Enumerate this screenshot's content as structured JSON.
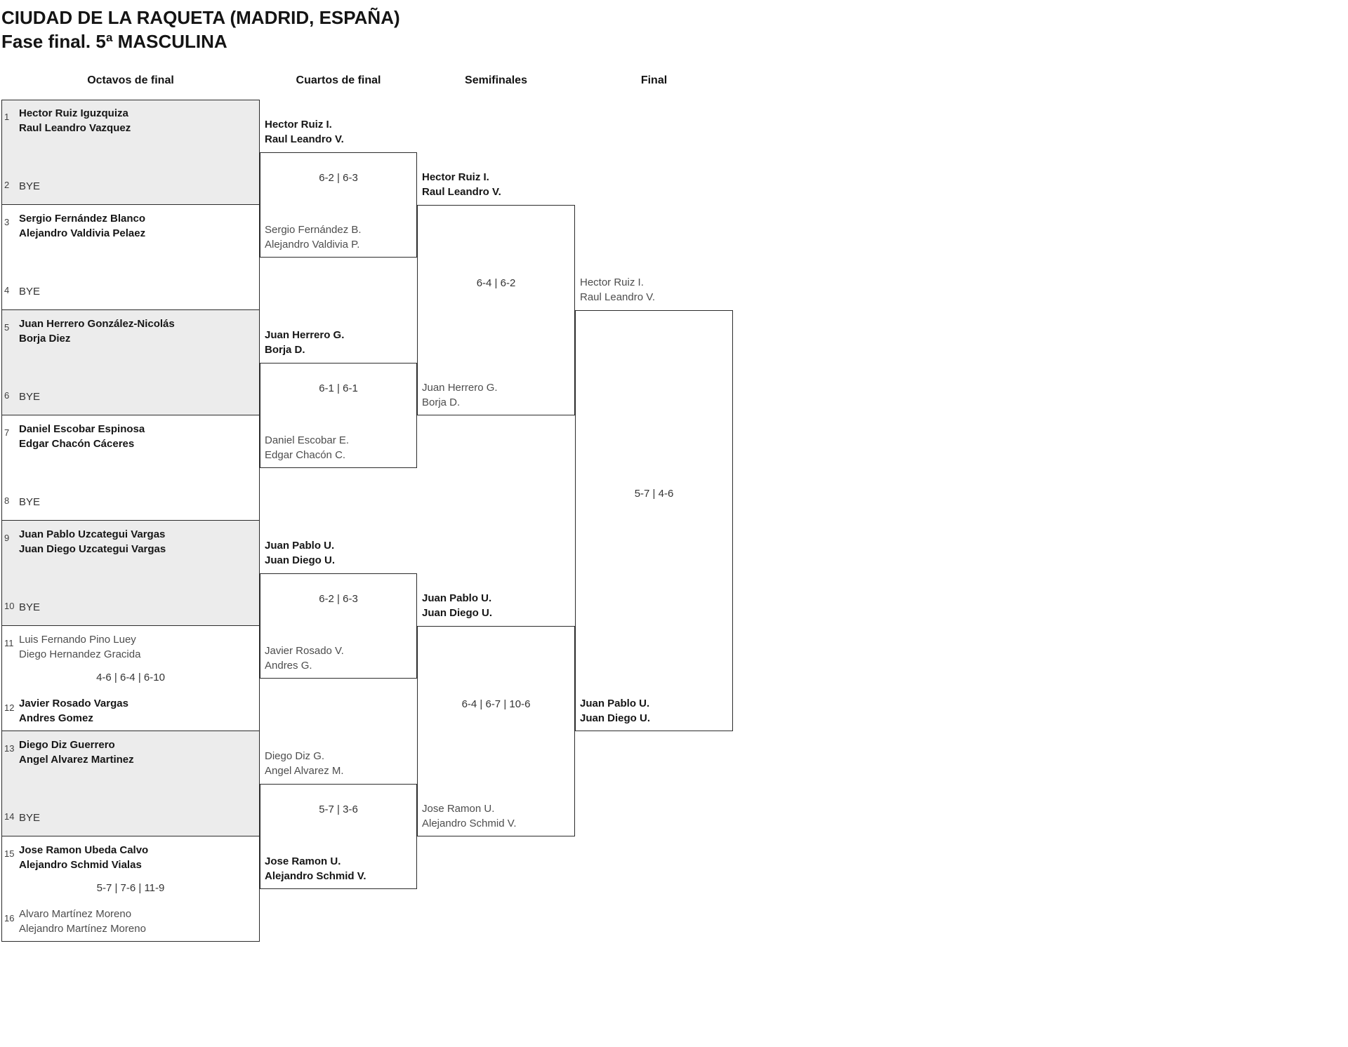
{
  "title": {
    "line1": "CIUDAD DE LA RAQUETA (MADRID, ESPAÑA)",
    "line2": "Fase final. 5ª MASCULINA"
  },
  "columns": {
    "r16": "Octavos de final",
    "qf": "Cuartos de final",
    "sf": "Semifinales",
    "final": "Final"
  },
  "colors": {
    "row_shade": "#ececec",
    "border": "#2b2b2b",
    "winner_text": "#161616",
    "loser_text": "#4d4d4d"
  },
  "r16": {
    "slots": [
      {
        "seed": "1",
        "name1": "Hector Ruiz Iguzquiza",
        "name2": "Raul Leandro Vazquez",
        "winner": true
      },
      {
        "seed": "2",
        "bye": "BYE"
      },
      {
        "seed": "3",
        "name1": "Sergio Fernández Blanco",
        "name2": "Alejandro Valdivia Pelaez",
        "winner": true
      },
      {
        "seed": "4",
        "bye": "BYE"
      },
      {
        "seed": "5",
        "name1": "Juan Herrero González-Nicolás",
        "name2": "Borja Diez",
        "winner": true
      },
      {
        "seed": "6",
        "bye": "BYE"
      },
      {
        "seed": "7",
        "name1": "Daniel Escobar Espinosa",
        "name2": "Edgar Chacón Cáceres",
        "winner": true
      },
      {
        "seed": "8",
        "bye": "BYE"
      },
      {
        "seed": "9",
        "name1": "Juan Pablo Uzcategui Vargas",
        "name2": "Juan Diego Uzcategui Vargas",
        "winner": true
      },
      {
        "seed": "10",
        "bye": "BYE"
      },
      {
        "seed": "11",
        "name1": "Luis Fernando Pino Luey",
        "name2": "Diego Hernandez Gracida",
        "winner": false
      },
      {
        "seed": "12",
        "name1": "Javier Rosado Vargas",
        "name2": "Andres Gomez",
        "winner": true
      },
      {
        "seed": "13",
        "name1": "Diego Diz Guerrero",
        "name2": "Angel Alvarez Martinez",
        "winner": true
      },
      {
        "seed": "14",
        "bye": "BYE"
      },
      {
        "seed": "15",
        "name1": "Jose Ramon Ubeda Calvo",
        "name2": "Alejandro Schmid Vialas",
        "winner": true
      },
      {
        "seed": "16",
        "name1": "Alvaro Martínez Moreno",
        "name2": "Alejandro Martínez Moreno",
        "winner": false
      }
    ],
    "scores": {
      "match6": "4-6 | 6-4 | 6-10",
      "match8": "5-7 | 7-6 | 11-9"
    }
  },
  "qf": {
    "matches": [
      {
        "top1": "Hector Ruiz I.",
        "top2": "Raul Leandro V.",
        "top_winner": true,
        "score": "6-2 | 6-3",
        "bottom1": "Sergio Fernández B.",
        "bottom2": "Alejandro Valdivia P.",
        "bottom_winner": false
      },
      {
        "top1": "Juan Herrero G.",
        "top2": "Borja D.",
        "top_winner": true,
        "score": "6-1 | 6-1",
        "bottom1": "Daniel Escobar E.",
        "bottom2": "Edgar Chacón C.",
        "bottom_winner": false
      },
      {
        "top1": "Juan Pablo U.",
        "top2": "Juan Diego U.",
        "top_winner": true,
        "score": "6-2 | 6-3",
        "bottom1": "Javier Rosado V.",
        "bottom2": "Andres G.",
        "bottom_winner": false
      },
      {
        "top1": "Diego Diz G.",
        "top2": "Angel Alvarez M.",
        "top_winner": false,
        "score": "5-7 | 3-6",
        "bottom1": "Jose Ramon U.",
        "bottom2": "Alejandro Schmid V.",
        "bottom_winner": true
      }
    ]
  },
  "sf": {
    "matches": [
      {
        "top1": "Hector Ruiz I.",
        "top2": "Raul Leandro V.",
        "top_winner": true,
        "score": "6-4 | 6-2",
        "bottom1": "Juan Herrero G.",
        "bottom2": "Borja D.",
        "bottom_winner": false
      },
      {
        "top1": "Juan Pablo U.",
        "top2": "Juan Diego U.",
        "top_winner": true,
        "score": "6-4 | 6-7 | 10-6",
        "bottom1": "Jose Ramon U.",
        "bottom2": "Alejandro Schmid V.",
        "bottom_winner": false
      }
    ]
  },
  "final": {
    "top1": "Hector Ruiz I.",
    "top2": "Raul Leandro V.",
    "top_winner": false,
    "score": "5-7 | 4-6",
    "bottom1": "Juan Pablo U.",
    "bottom2": "Juan Diego U.",
    "bottom_winner": true
  }
}
